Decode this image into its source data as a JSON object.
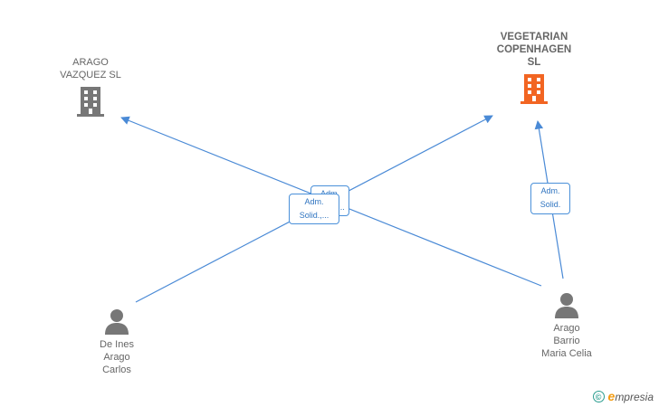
{
  "companies": [
    {
      "name_lines": [
        "ARAGO",
        "VAZQUEZ SL"
      ],
      "icon": "building-icon",
      "color": "#777777"
    },
    {
      "name_lines": [
        "VEGETARIAN",
        "COPENHAGEN",
        "SL"
      ],
      "icon": "building-icon",
      "color": "#f26522"
    }
  ],
  "people": [
    {
      "name_lines": [
        "De Ines",
        "Arago",
        "Carlos"
      ],
      "icon": "person-icon"
    },
    {
      "name_lines": [
        "Arago",
        "Barrio",
        "Maria Celia"
      ],
      "icon": "person-icon"
    }
  ],
  "relations": [
    {
      "lines": [
        "Adm.",
        "Solid.,..."
      ]
    },
    {
      "lines": [
        "Adm.",
        "Solid.,..."
      ]
    },
    {
      "lines": [
        "Adm.",
        "Solid."
      ]
    }
  ],
  "edge_color": "#4a8ad6",
  "footer": {
    "copyright": "©",
    "brand_initial": "e",
    "brand_rest": "mpresia"
  }
}
